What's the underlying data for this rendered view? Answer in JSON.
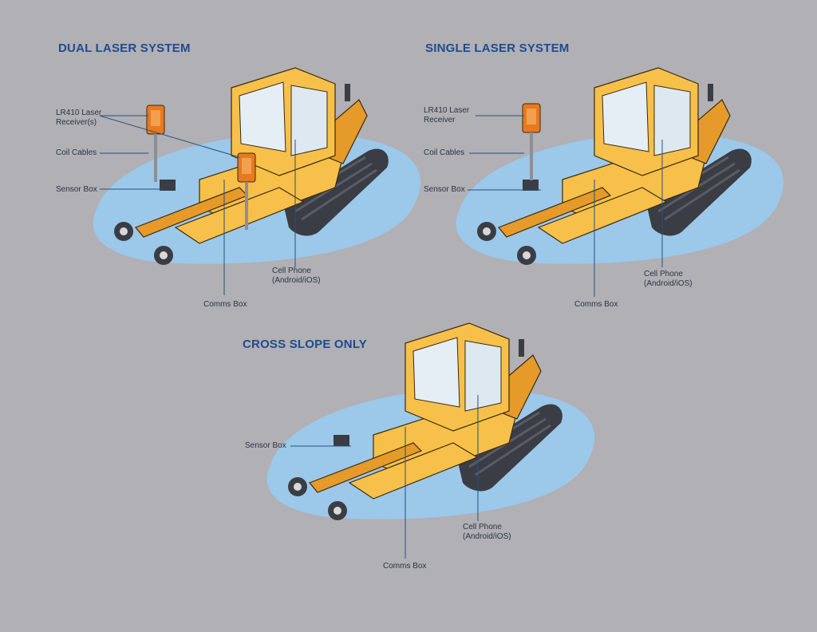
{
  "panels": [
    {
      "title": "DUAL LASER SYSTEM",
      "callouts": {
        "laser_receiver": "LR410 Laser\nReceiver(s)",
        "coil_cables": "Coil Cables",
        "sensor_box": "Sensor Box",
        "comms_box": "Comms Box",
        "cell_phone": "Cell Phone\n(Android/iOS)"
      }
    },
    {
      "title": "SINGLE LASER SYSTEM",
      "callouts": {
        "laser_receiver": "LR410 Laser\nReceiver",
        "coil_cables": "Coil Cables",
        "sensor_box": "Sensor Box",
        "comms_box": "Comms Box",
        "cell_phone": "Cell Phone\n(Android/iOS)"
      }
    },
    {
      "title": "CROSS SLOPE ONLY",
      "callouts": {
        "sensor_box": "Sensor Box",
        "comms_box": "Comms Box",
        "cell_phone": "Cell Phone\n(Android/iOS)"
      }
    }
  ],
  "colors": {
    "background": "#b0b0b5",
    "title": "#1f4b8e",
    "machine_yellow": "#f6c04a",
    "machine_orange": "#e59a2a",
    "ground_blue": "#9cc8ea",
    "track_dark": "#3a3d44",
    "receiver_orange": "#e8791f",
    "leader_line": "#2a4f7a"
  }
}
